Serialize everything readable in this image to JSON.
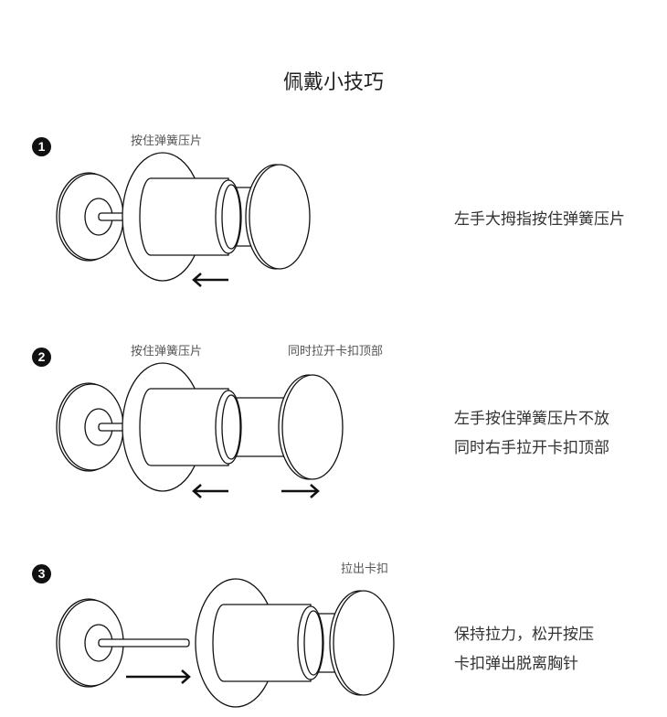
{
  "title": "佩戴小技巧",
  "steps": [
    {
      "number": "1",
      "labels": [
        "按住弹簧压片"
      ],
      "description": [
        "左手大拇指按住弹簧压片"
      ]
    },
    {
      "number": "2",
      "labels": [
        "按住弹簧压片",
        "同时拉开卡扣顶部"
      ],
      "description": [
        "左手按住弹簧压片不放",
        "同时右手拉开卡扣顶部"
      ]
    },
    {
      "number": "3",
      "labels": [
        "拉出卡扣"
      ],
      "description": [
        "保持拉力，松开按压",
        "卡扣弹出脱离胸针"
      ]
    }
  ]
}
